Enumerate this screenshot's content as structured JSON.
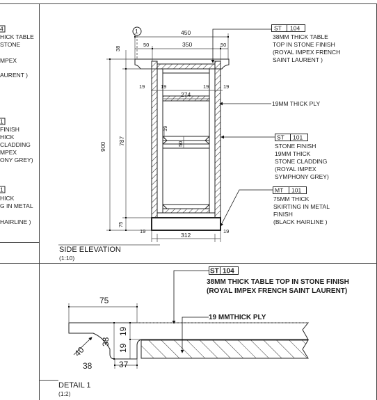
{
  "left_column": {
    "tag_1": "4",
    "notes_1": [
      "HICK TABLE",
      "STONE",
      "MPEX",
      "AURENT )"
    ],
    "tag_2": "1",
    "notes_2": [
      "FINISH",
      "HICK",
      "CLADDING",
      "MPEX",
      "ONY GREY)"
    ],
    "tag_3": "1",
    "notes_3": [
      "HICK",
      "G IN METAL",
      "HAIRLINE )"
    ]
  },
  "side_elevation": {
    "title": "SIDE ELEVATION",
    "scale": "(1:10)",
    "grid_bubble": "1",
    "dims": {
      "overall_width": "450",
      "inner_width": "350",
      "left_overhang": "50",
      "right_overhang": "50",
      "top_thickness": "38",
      "overall_height": "900",
      "body_height": "787",
      "skirting_height": "75",
      "ply_left_outer": "19",
      "ply_left_inner": "19",
      "ply_right_inner": "19",
      "ply_right_outer": "19",
      "internal_width": "274",
      "shelf_ply": "19",
      "shelf_height": "50",
      "bottom_left": "19",
      "bottom_width": "312",
      "bottom_right": "19"
    },
    "callouts": [
      {
        "code": "ST",
        "number": "104",
        "lines": [
          "38MM THICK TABLE",
          "TOP IN STONE FINISH",
          "(ROYAL IMPEX FRENCH",
          "SAINT LAURENT )"
        ]
      },
      {
        "code": "",
        "number": "",
        "lines": [
          "19MM THICK PLY"
        ]
      },
      {
        "code": "ST",
        "number": "101",
        "lines": [
          "STONE FINISH",
          "19MM THICK",
          "STONE CLADDING",
          "(ROYAL IMPEX",
          "SYMPHONY GREY)"
        ]
      },
      {
        "code": "MT",
        "number": "101",
        "lines": [
          "75MM THICK",
          "SKIRTING IN METAL",
          "FINISH",
          "(BLACK HAIRLINE )"
        ]
      }
    ]
  },
  "detail_1": {
    "title": "DETAIL 1",
    "scale": "(1:2)",
    "callout_code": "ST",
    "callout_number": "104",
    "callout_lines": [
      "38MM THICK TABLE TOP IN STONE FINISH",
      "(ROYAL IMPEX FRENCH SAINT LAURENT)"
    ],
    "ply_label": "19 MMTHICK PLY",
    "dims": {
      "top_width": "75",
      "edge_height": "38",
      "radius": "40",
      "bottom_width": "38",
      "ply_upper": "19",
      "ply_lower": "19",
      "ply_width": "37"
    }
  }
}
